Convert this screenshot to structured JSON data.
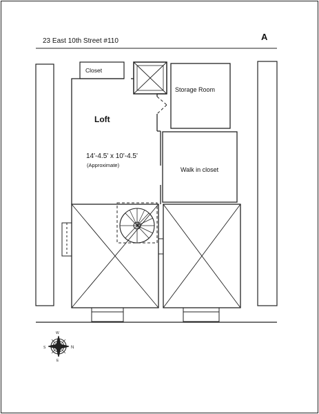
{
  "header": {
    "address": "23 East 10th Street #110",
    "unit_letter": "A"
  },
  "rooms": {
    "closet": "Closet",
    "storage_room": "Storage Room",
    "loft": "Loft",
    "loft_dimensions": "14'-4.5' x 10'-4.5'",
    "loft_note": "(Approximate)",
    "walk_in_closet": "Walk in closet"
  },
  "compass": {
    "north": "N",
    "south": "S",
    "east": "E",
    "west": "W"
  }
}
